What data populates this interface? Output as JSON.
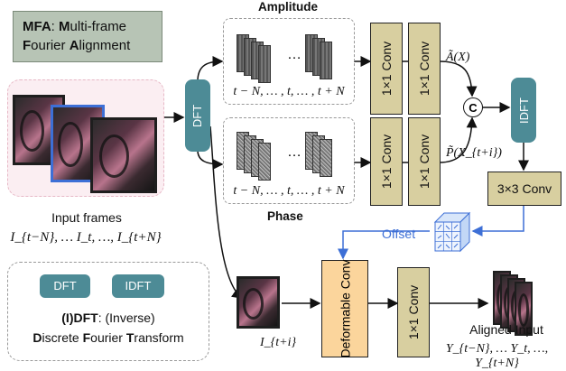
{
  "mfa": {
    "m1": "M",
    "r1": "FA",
    "colon": ": ",
    "m2": "M",
    "r2": "ulti-frame",
    "f1": "F",
    "r3": "ourier ",
    "a1": "A",
    "r4": "lignment"
  },
  "input": {
    "caption": "Input frames",
    "math": "I_{t−N}, … I_t, …, I_{t+N}"
  },
  "legend": {
    "dft_chip": "DFT",
    "idft_chip": "IDFT",
    "line1_a": "(I)DFT",
    "line1_b": ": (Inverse)",
    "line2_d": "D",
    "line2_r1": "iscrete ",
    "line2_f": "F",
    "line2_r2": "ourier ",
    "line2_t": "T",
    "line2_r3": "ransform"
  },
  "nodes": {
    "dft": "DFT",
    "idft": "IDFT",
    "conv_amp_1": "1×1 Conv",
    "conv_amp_2": "1×1 Conv",
    "conv_phase_1": "1×1 Conv",
    "conv_phase_2": "1×1 Conv",
    "conv3": "3×3 Conv",
    "concat": "C",
    "deformable": "Deformable Conv",
    "conv_out": "1×1 Conv"
  },
  "amplitude": {
    "title": "Amplitude",
    "dots": "…",
    "range": "t − N, … , t, … , t + N",
    "label": "Ã(X)"
  },
  "phase": {
    "title": "Phase",
    "dots": "…",
    "range": "t − N, … , t, … , t + N",
    "label": "P̃(X_{t+i})"
  },
  "offset": {
    "label": "Offset"
  },
  "frame_in": {
    "label": "I_{t+i}"
  },
  "output": {
    "caption": "Aligned Input",
    "math": "Y_{t−N}, … Y_t, …, Y_{t+N}"
  },
  "colors": {
    "teal": "#4d8b96",
    "conv": "#d8cfa0",
    "deformable": "#fbd59c",
    "offset": "#3d6fd6",
    "mfa": "#b7c4b5"
  },
  "icons": [
    "offset-cube-icon",
    "concat-circle-icon",
    "arrow-icon"
  ]
}
